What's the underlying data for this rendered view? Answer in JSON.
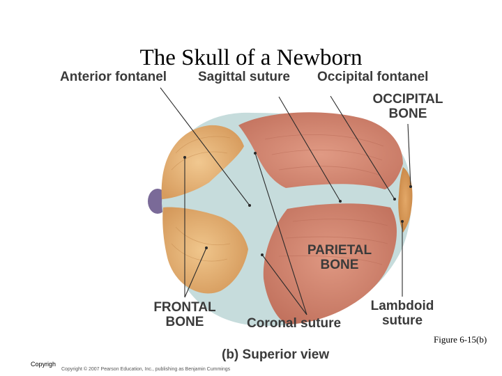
{
  "title": "The Skull of a Newborn",
  "labels": {
    "anterior_fontanel": "Anterior fontanel",
    "sagittal_suture": "Sagittal suture",
    "occipital_fontanel": "Occipital fontanel",
    "occipital_bone_1": "OCCIPITAL",
    "occipital_bone_2": "BONE",
    "parietal_bone_1": "PARIETAL",
    "parietal_bone_2": "BONE",
    "frontal_bone_1": "FRONTAL",
    "frontal_bone_2": "BONE",
    "coronal_suture": "Coronal suture",
    "lambdoid_suture_1": "Lambdoid",
    "lambdoid_suture_2": "suture"
  },
  "figure_label": "Figure 6-15(b)",
  "view_caption": "(b) Superior view",
  "copyright_short": "Copyrigh",
  "copyright_full": "Copyright © 2007 Pearson Education, Inc., publishing as Benjamin Cummings",
  "colors": {
    "frontal_bone": "#e7b47c",
    "parietal_bone": "#d48a72",
    "occipital_bone": "#d99a5a",
    "fontanel_membrane": "#c9dcdc",
    "leader_line": "#2a2a2a",
    "label_text": "#3a3a3a"
  }
}
